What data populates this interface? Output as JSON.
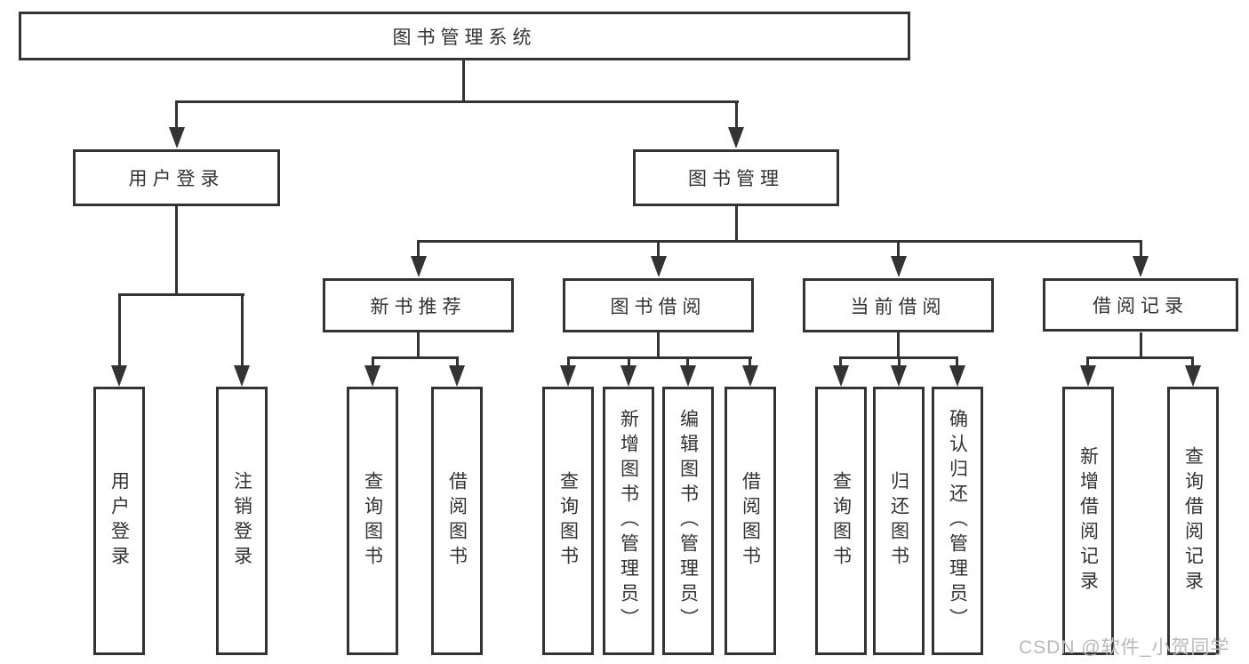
{
  "colors": {
    "background": "#ffffff",
    "line": "#333333",
    "box_border": "#333333",
    "text": "#333333",
    "watermark": "#b9b9b9"
  },
  "root": {
    "label": "图书管理系统"
  },
  "level2": [
    {
      "label": "用户登录"
    },
    {
      "label": "图书管理"
    }
  ],
  "level3": [
    {
      "label": "新书推荐"
    },
    {
      "label": "图书借阅"
    },
    {
      "label": "当前借阅"
    },
    {
      "label": "借阅记录"
    }
  ],
  "leaves": {
    "userLogin": [
      "用户登录",
      "注销登录"
    ],
    "newBookRecommend": [
      "查询图书",
      "借阅图书"
    ],
    "bookBorrowing": [
      "查询图书",
      "新增图书（管理员）",
      "编辑图书（管理员）",
      "借阅图书"
    ],
    "currentBorrowing": [
      "查询图书",
      "归还图书",
      "确认归还（管理员）"
    ],
    "borrowingRecords": [
      "新增借阅记录",
      "查询借阅记录"
    ]
  },
  "watermark": {
    "text": "CSDN @软件_小贺同学"
  }
}
